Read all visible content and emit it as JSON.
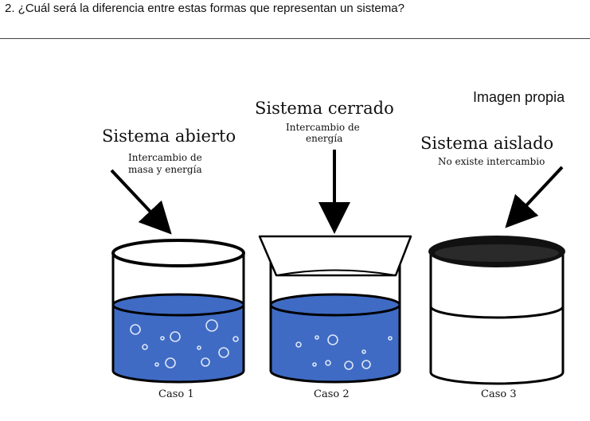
{
  "question": {
    "text": "2.   ¿Cuál será la diferencia entre estas formas que representan un sistema?"
  },
  "credit": "Imagen propia",
  "colors": {
    "water": "#3f6bc4",
    "outline": "#000000",
    "lid_dark": "#111111"
  },
  "systems": [
    {
      "title": "Sistema abierto",
      "description_lines": [
        "Intercambio de",
        "masa y energía"
      ],
      "case_label": "Caso 1"
    },
    {
      "title": "Sistema cerrado",
      "description_lines": [
        "Intercambio de",
        "energía"
      ],
      "case_label": "Caso 2"
    },
    {
      "title": "Sistema aislado",
      "description_lines": [
        "No existe intercambio"
      ],
      "case_label": "Caso 3"
    }
  ]
}
